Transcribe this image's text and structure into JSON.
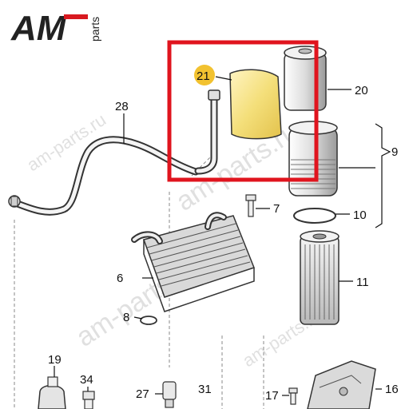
{
  "logo": {
    "main": "AM",
    "sub": "parts"
  },
  "watermarks": [
    "am-parts.ru",
    "am-parts.ru",
    "am-parts.ru",
    "am-parts.ru"
  ],
  "callouts": [
    {
      "id": "21",
      "text": "21"
    },
    {
      "id": "20",
      "text": "20"
    },
    {
      "id": "28",
      "text": "28"
    },
    {
      "id": "9",
      "text": "9"
    },
    {
      "id": "7",
      "text": "7"
    },
    {
      "id": "10",
      "text": "10"
    },
    {
      "id": "6",
      "text": "6"
    },
    {
      "id": "11",
      "text": "11"
    },
    {
      "id": "8",
      "text": "8"
    },
    {
      "id": "19",
      "text": "19"
    },
    {
      "id": "34",
      "text": "34"
    },
    {
      "id": "27",
      "text": "27"
    },
    {
      "id": "31",
      "text": "31"
    },
    {
      "id": "17",
      "text": "17"
    },
    {
      "id": "16",
      "text": "16"
    }
  ],
  "colors": {
    "highlight_frame": "#e0141e",
    "highlight_badge": "#f2c230",
    "part_highlight": "#f4df7a",
    "line": "#333333",
    "logo_red": "#d81920",
    "logo_dark": "#222222"
  }
}
